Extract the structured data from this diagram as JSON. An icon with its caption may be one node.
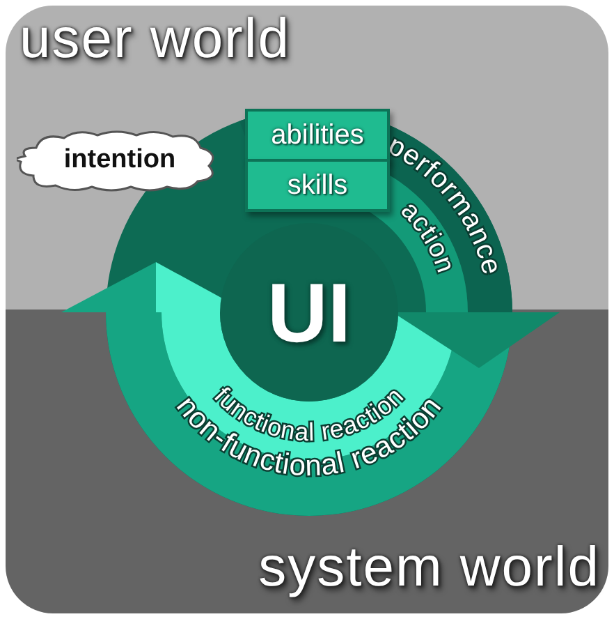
{
  "diagram": {
    "nodes": [
      {
        "text": [
          "user world"
        ]
      },
      {
        "text": [
          "system world"
        ]
      },
      {
        "text": [
          "intention"
        ],
        "in": 0
      },
      {
        "text": [
          "abilities"
        ],
        "in": 0
      },
      {
        "text": [
          "skills"
        ],
        "in": 0
      },
      {
        "text": [
          "UI"
        ]
      }
    ],
    "labels": [
      "performance",
      "action",
      "functional reaction",
      "non-functional reaction"
    ]
  }
}
